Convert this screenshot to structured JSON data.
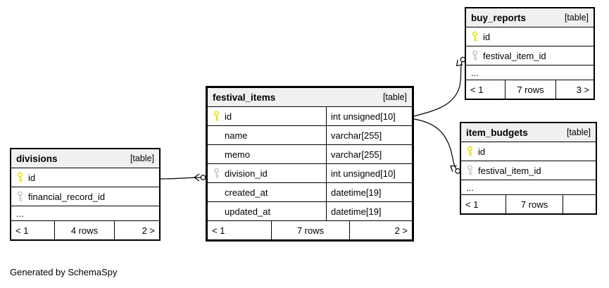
{
  "diagram": {
    "generated_by": "Generated by SchemaSpy"
  },
  "colors": {
    "header_bg": "#f0f0f0",
    "border": "#000000",
    "pk_key": "#e8e000",
    "fk_key": "#c4c4c4",
    "edge": "#000000"
  },
  "tables": {
    "divisions": {
      "title": "divisions",
      "tag": "[table]",
      "columns": [
        {
          "name": "id",
          "key": "primary"
        },
        {
          "name": "financial_record_id",
          "key": "foreign"
        },
        {
          "name": "...",
          "key": "none"
        }
      ],
      "footer": {
        "parents": "< 1",
        "rows": "4 rows",
        "children": "2 >"
      }
    },
    "festival_items": {
      "title": "festival_items",
      "tag": "[table]",
      "columns": [
        {
          "name": "id",
          "type": "int unsigned[10]",
          "key": "primary"
        },
        {
          "name": "name",
          "type": "varchar[255]",
          "key": "none"
        },
        {
          "name": "memo",
          "type": "varchar[255]",
          "key": "none"
        },
        {
          "name": "division_id",
          "type": "int unsigned[10]",
          "key": "foreign"
        },
        {
          "name": "created_at",
          "type": "datetime[19]",
          "key": "none"
        },
        {
          "name": "updated_at",
          "type": "datetime[19]",
          "key": "none"
        }
      ],
      "footer": {
        "parents": "< 1",
        "rows": "7 rows",
        "children": "2 >"
      }
    },
    "buy_reports": {
      "title": "buy_reports",
      "tag": "[table]",
      "columns": [
        {
          "name": "id",
          "key": "primary"
        },
        {
          "name": "festival_item_id",
          "key": "foreign"
        },
        {
          "name": "...",
          "key": "none"
        }
      ],
      "footer": {
        "parents": "< 1",
        "rows": "7 rows",
        "children": "3 >"
      }
    },
    "item_budgets": {
      "title": "item_budgets",
      "tag": "[table]",
      "columns": [
        {
          "name": "id",
          "key": "primary"
        },
        {
          "name": "festival_item_id",
          "key": "foreign"
        },
        {
          "name": "...",
          "key": "none"
        }
      ],
      "footer": {
        "parents": "< 1",
        "rows": "7 rows",
        "children": ""
      }
    }
  },
  "relationships": [
    {
      "parent": "divisions",
      "parent_column": "id",
      "child": "festival_items",
      "child_column": "division_id"
    },
    {
      "parent": "festival_items",
      "parent_column": "id",
      "child": "buy_reports",
      "child_column": "festival_item_id"
    },
    {
      "parent": "festival_items",
      "parent_column": "id",
      "child": "item_budgets",
      "child_column": "festival_item_id"
    }
  ]
}
